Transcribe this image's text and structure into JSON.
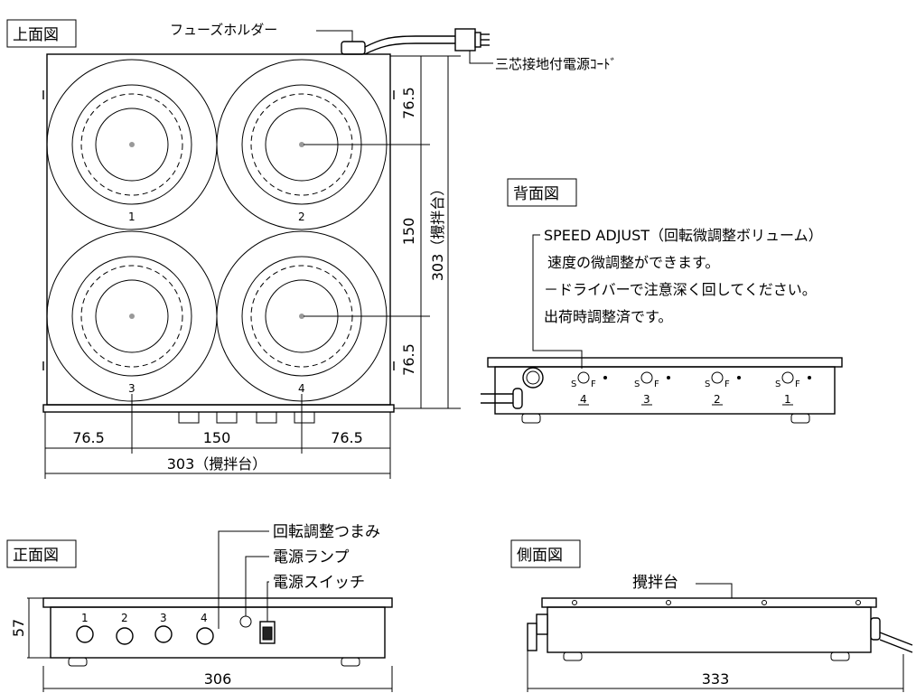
{
  "views": {
    "top": {
      "title": "上面図",
      "fuse_holder": "フューズホルダー",
      "power_cord": "三芯接地付電源ｺｰﾄﾞ",
      "position_numbers": [
        "1",
        "2",
        "3",
        "4"
      ],
      "dim_top_offset": "76.5",
      "dim_pitch_v": "150",
      "dim_bottom_offset": "76.5",
      "dim_depth": "303（攪拌台）",
      "dim_left_offset": "76.5",
      "dim_pitch_h": "150",
      "dim_right_offset": "76.5",
      "dim_width": "303（攪拌台）"
    },
    "rear": {
      "title": "背面図",
      "callout_line1": "SPEED ADJUST（回転微調整ボリューム）",
      "callout_line2": "速度の微調整ができます。",
      "callout_line3": "－ドライバーで注意深く回してください。",
      "callout_line4": "出荷時調整済です。",
      "trimmer_marks": [
        "S",
        "F"
      ],
      "channel_labels": [
        "4",
        "3",
        "2",
        "1"
      ]
    },
    "front": {
      "title": "正面図",
      "label_knob": "回転調整つまみ",
      "label_lamp": "電源ランプ",
      "label_switch": "電源スイッチ",
      "knob_numbers": [
        "1",
        "2",
        "3",
        "4"
      ],
      "dim_height": "57",
      "dim_width": "306"
    },
    "side": {
      "title": "側面図",
      "label_platform": "攪拌台",
      "dim_length": "333"
    }
  }
}
